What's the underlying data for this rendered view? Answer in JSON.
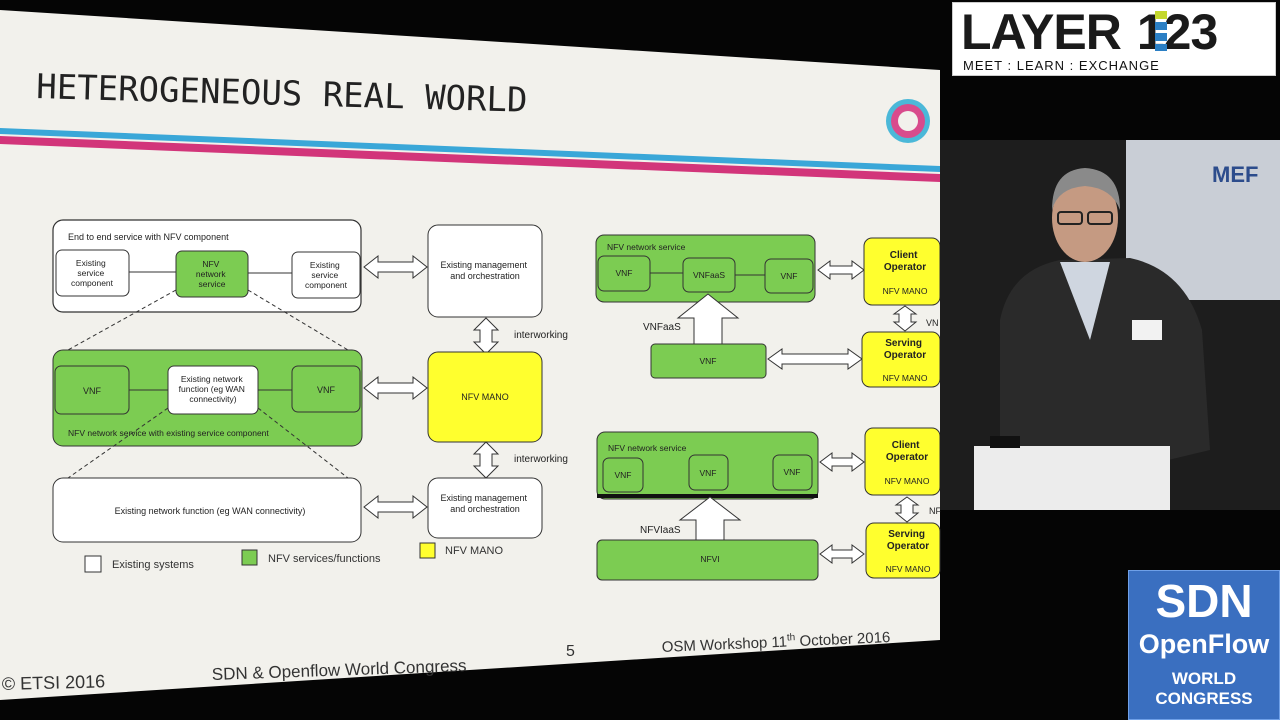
{
  "slide": {
    "title": "HETEROGENEOUS REAL WORLD",
    "left": {
      "e2e_label": "End to end service with NFV component",
      "existing_service": [
        "Existing",
        "service",
        "component"
      ],
      "nfv_service": [
        "NFV",
        "network",
        "service"
      ],
      "existing_service_right": [
        "Existing",
        "service",
        "component"
      ],
      "existing_mgmt_top": [
        "Existing management",
        "and orchestration"
      ],
      "interworking_1": "interworking",
      "vnf_left": "VNF",
      "existing_nf": [
        "Existing network",
        "function (eg WAN",
        "connectivity)"
      ],
      "vnf_right": "VNF",
      "nfv_ns_label": "NFV network service with existing service component",
      "nfv_mano": "NFV MANO",
      "interworking_2": "interworking",
      "existing_nf_bottom": "Existing network function (eg WAN connectivity)",
      "existing_mgmt_bottom": [
        "Existing management",
        "and orchestration"
      ],
      "legend": {
        "existing": "Existing systems",
        "nfv": "NFV services/functions",
        "mano": "NFV MANO"
      }
    },
    "right": {
      "top_ns_label": "NFV network service",
      "vnf_a": "VNF",
      "vnfaas": "VNFaaS",
      "vnf_b": "VNF",
      "client_operator": [
        "Client",
        "Operator"
      ],
      "client_mano": "NFV MANO",
      "vnfaas_arrow_label": "VNFaaS",
      "vnf_single": "VNF",
      "serving_operator": [
        "Serving",
        "Operator"
      ],
      "serving_mano": "NFV MANO",
      "vn_clip": "VN",
      "bottom_ns_label": "NFV network service",
      "vnf_c": "VNF",
      "vnf_d": "VNF",
      "vnf_e": "VNF",
      "client_operator_2": [
        "Client",
        "Operator"
      ],
      "client_mano_2": "NFV MANO",
      "nfviaas_label": "NFVIaaS",
      "nfvi": "NFVI",
      "serving_operator_2": [
        "Serving",
        "Operator"
      ],
      "serving_mano_2": "NFV MANO",
      "nf_clip": "NF"
    },
    "footer": {
      "copyright": "© ETSI 2016",
      "congress": "SDN & Openflow World Congress",
      "page": "5",
      "workshop": "OSM Workshop 11",
      "workshop_sup": "th",
      "workshop_tail": " October 2016"
    }
  },
  "brand": {
    "layer123_main_a": "LAYER",
    "layer123_main_b": "123",
    "layer123_sub": "MEET : LEARN : EXCHANGE",
    "mef": "MEF",
    "sdn_1": "SDN",
    "sdn_2": "OpenFlow",
    "sdn_3": "WORLD",
    "sdn_4": "CONGRESS"
  },
  "colors": {
    "nfv_green": "#7ccc52",
    "mano_yellow": "#ffff2e",
    "stripe_blue": "#3aa7d8",
    "stripe_pink": "#d2357a"
  }
}
